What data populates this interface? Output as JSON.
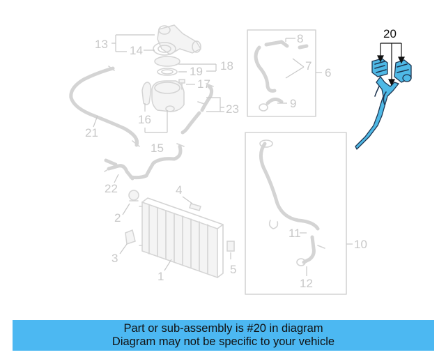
{
  "callouts": {
    "n1": "1",
    "n2": "2",
    "n3": "3",
    "n4": "4",
    "n5": "5",
    "n6": "6",
    "n7": "7",
    "n8": "8",
    "n9": "9",
    "n10": "10",
    "n11": "11",
    "n12": "12",
    "n13": "13",
    "n14": "14",
    "n15": "15",
    "n16": "16",
    "n17": "17",
    "n18": "18",
    "n19": "19",
    "n20": "20",
    "n21": "21",
    "n22": "22",
    "n23": "23"
  },
  "highlight_part": "20",
  "colors": {
    "highlight": "#4fb9e6",
    "banner": "#4cb8f2",
    "ghost": "#d4d4d4"
  },
  "banner": {
    "line1": "Part or sub-assembly is #20 in diagram",
    "line2": "Diagram may not be specific to your vehicle"
  }
}
